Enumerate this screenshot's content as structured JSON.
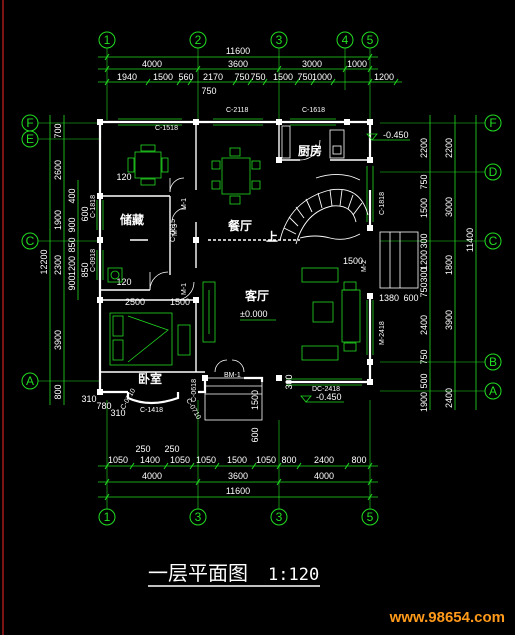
{
  "title": {
    "main": "一层平面图",
    "scale": "1:120"
  },
  "watermark": "www.98654.com",
  "colors": {
    "background": "#000000",
    "walls": "#ffffff",
    "dimension": "#22dd22",
    "axis_bubble": "#22dd22",
    "furniture": "#22dd22",
    "door_tag": "#ff3030",
    "watermark": "#ff9a1a"
  },
  "axes": {
    "top": [
      "1",
      "2",
      "3",
      "4",
      "5"
    ],
    "bottom": [
      "1",
      "3",
      "3",
      "5"
    ],
    "left": [
      "F",
      "E",
      "C",
      "A"
    ],
    "right": [
      "F",
      "D",
      "C",
      "B",
      "A"
    ]
  },
  "dimensions": {
    "top_total": "11600",
    "top_row2": [
      "4000",
      "3600",
      "3000",
      "1000"
    ],
    "top_row3": [
      "1940",
      "1500",
      "560",
      "2170",
      "750",
      "750",
      "1500",
      "750",
      "1000",
      "1200"
    ],
    "top_extra": "750",
    "bottom_row1": [
      "1050",
      "1400",
      "1050",
      "1050",
      "1500",
      "1050",
      "800",
      "2400",
      "800"
    ],
    "bottom_row2": [
      "4000",
      "3600",
      "4000"
    ],
    "bottom_total": "11600",
    "bottom_small": [
      "250",
      "250"
    ],
    "left_outer": "12200",
    "left_mid": [
      "700",
      "2600",
      "1900",
      "2300",
      "3900",
      "800"
    ],
    "left_inner": [
      "400",
      "900",
      "850",
      "1200",
      "900",
      "600",
      "850",
      "120",
      "120"
    ],
    "right_inner": [
      "2200",
      "750",
      "1500",
      "300",
      "1200",
      "300",
      "750",
      "2400",
      "750",
      "500",
      "1900"
    ],
    "right_mid": [
      "2200",
      "3000",
      "1800",
      "3900",
      "2400"
    ],
    "right_outer": "11400",
    "interior": [
      "1500",
      "1380",
      "600",
      "2500",
      "1500",
      "600",
      "1500",
      "300",
      "310",
      "780",
      "310"
    ]
  },
  "rooms": [
    {
      "name": "厨房"
    },
    {
      "name": "餐厅"
    },
    {
      "name": "储藏"
    },
    {
      "name": "客厅"
    },
    {
      "name": "卧室"
    }
  ],
  "stair_mark": "上",
  "elevations": [
    "-0.450",
    "±0.000",
    "-0.450"
  ],
  "door_window_tags": [
    "C-1518",
    "C-2118",
    "C-1618",
    "C-1818",
    "C-0918",
    "C-0615",
    "M-1",
    "M-1",
    "M-3",
    "C-1818",
    "M-2",
    "M-2418",
    "DC-2418",
    "BM-1",
    "C-1418",
    "C-0710",
    "C-0710",
    "C-0618"
  ]
}
